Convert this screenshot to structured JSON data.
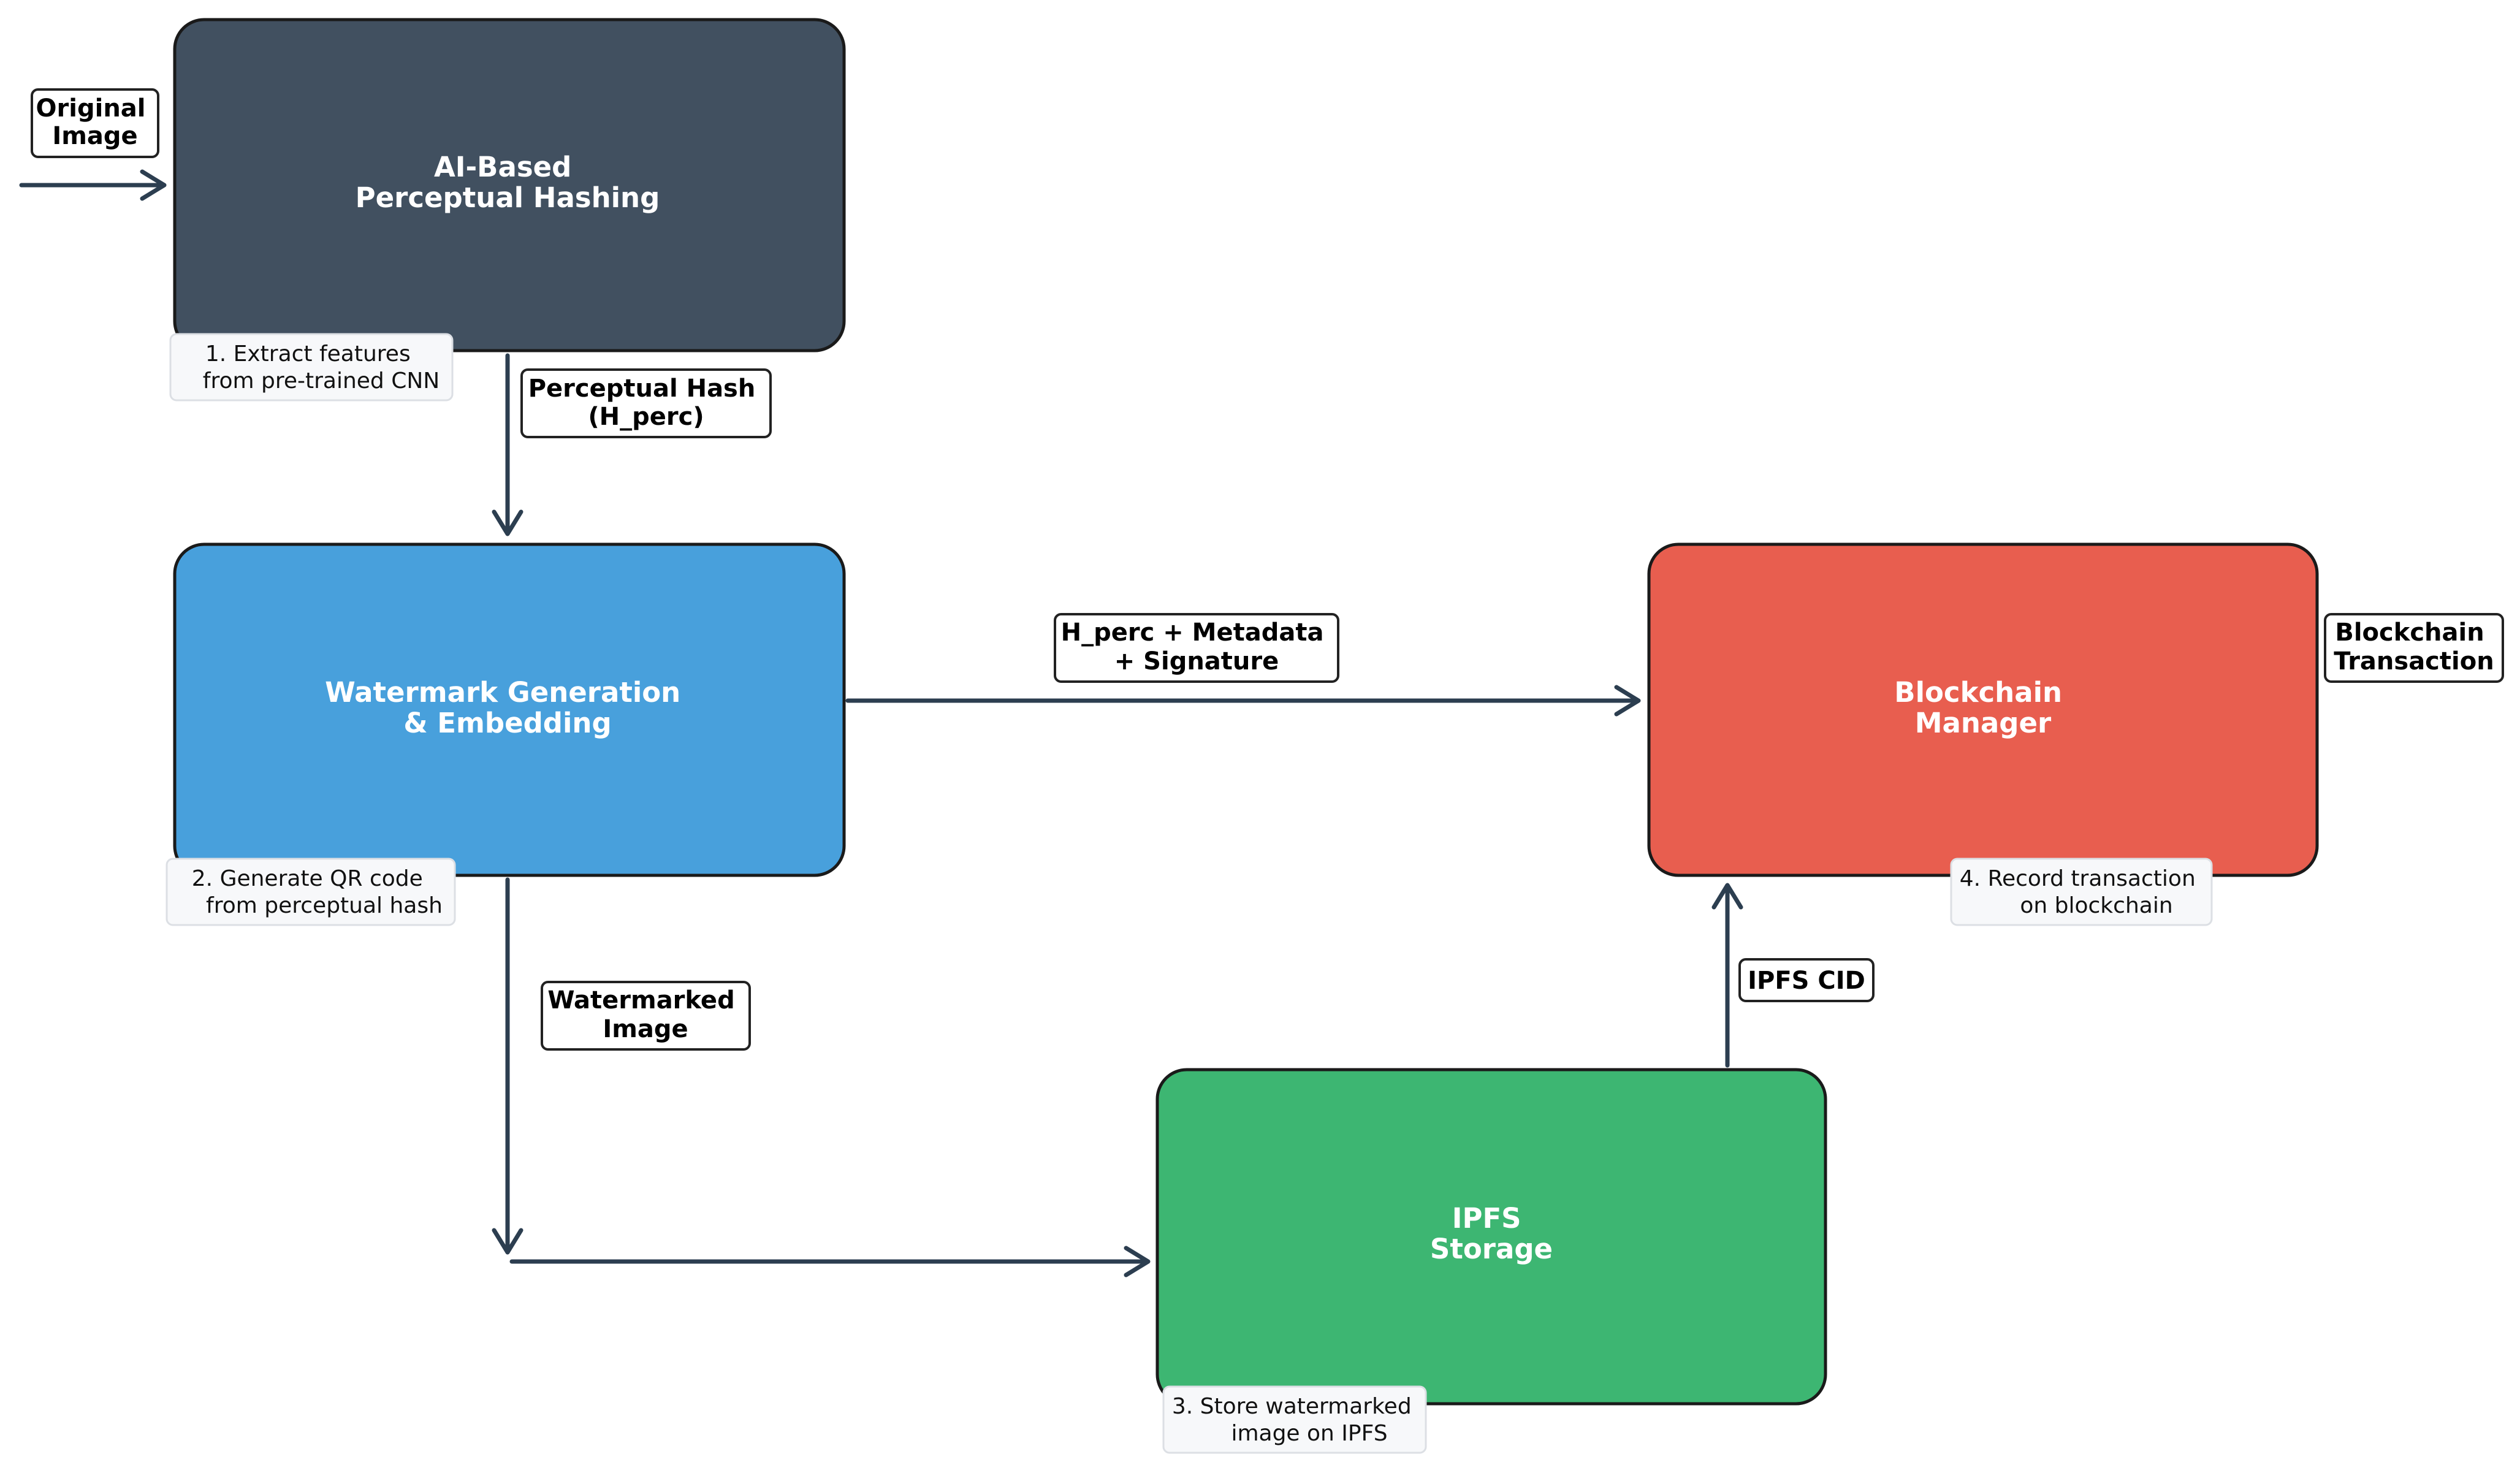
{
  "nodes": {
    "hashing": {
      "lines": [
        "AI-Based",
        "Perceptual Hashing"
      ],
      "color": "#415060"
    },
    "watermark": {
      "lines": [
        "Watermark Generation",
        "& Embedding"
      ],
      "color": "#48a0dc"
    },
    "blockchain": {
      "lines": [
        "Blockchain",
        "Manager"
      ],
      "color": "#e85e4f"
    },
    "ipfs": {
      "lines": [
        "IPFS",
        "Storage"
      ],
      "color": "#3db672"
    }
  },
  "edge_labels": {
    "original_image": [
      "Original",
      "Image"
    ],
    "perceptual_hash": [
      "Perceptual Hash",
      "(H_perc)"
    ],
    "hperc_metadata": [
      "H_perc + Metadata",
      "+ Signature"
    ],
    "blockchain_tx": [
      "Blockchain",
      "Transaction"
    ],
    "watermarked_image": [
      "Watermarked",
      "Image"
    ],
    "ipfs_cid": [
      "IPFS CID"
    ]
  },
  "notes": {
    "step1": [
      "1. Extract features",
      "from pre-trained CNN"
    ],
    "step2": [
      "2. Generate QR code",
      "from perceptual hash"
    ],
    "step3": [
      "3. Store watermarked",
      "image on IPFS"
    ],
    "step4": [
      "4. Record transaction",
      "on blockchain"
    ]
  },
  "colors": {
    "arrow": "#2c3e50",
    "note_bg": "#f7f8fa"
  }
}
